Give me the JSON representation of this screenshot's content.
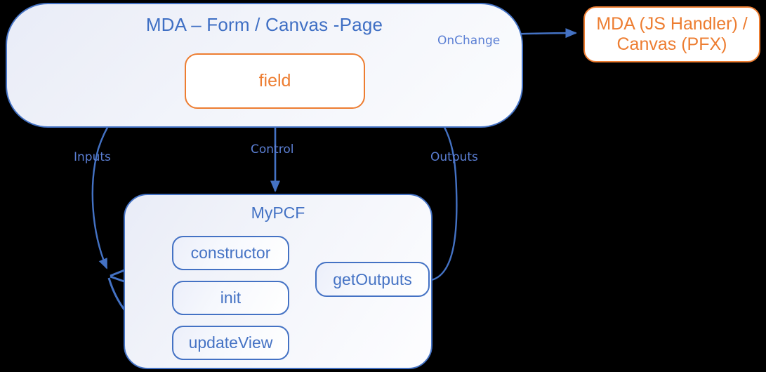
{
  "diagram": {
    "title_text": "MDA – Form / Canvas -Page",
    "accent_blue": "#4472c4",
    "accent_orange": "#ed7d31",
    "label_blue": "#5b7fd4",
    "background": "#000000"
  },
  "host_container": {
    "label": "MDA – Form / Canvas -Page"
  },
  "field_node": {
    "label": "field"
  },
  "handler_node": {
    "label": "MDA (JS Handler) /\nCanvas (PFX)",
    "line1": "MDA (JS Handler) /",
    "line2": "Canvas (PFX)"
  },
  "pcf_container": {
    "label": "MyPCF"
  },
  "methods": [
    {
      "label": "constructor"
    },
    {
      "label": "init"
    },
    {
      "label": "updateView"
    }
  ],
  "outputs_method": {
    "label": "getOutputs"
  },
  "edge_labels": {
    "inputs": "Inputs",
    "control": "Control",
    "outputs": "Outputs",
    "onchange": "OnChange"
  }
}
